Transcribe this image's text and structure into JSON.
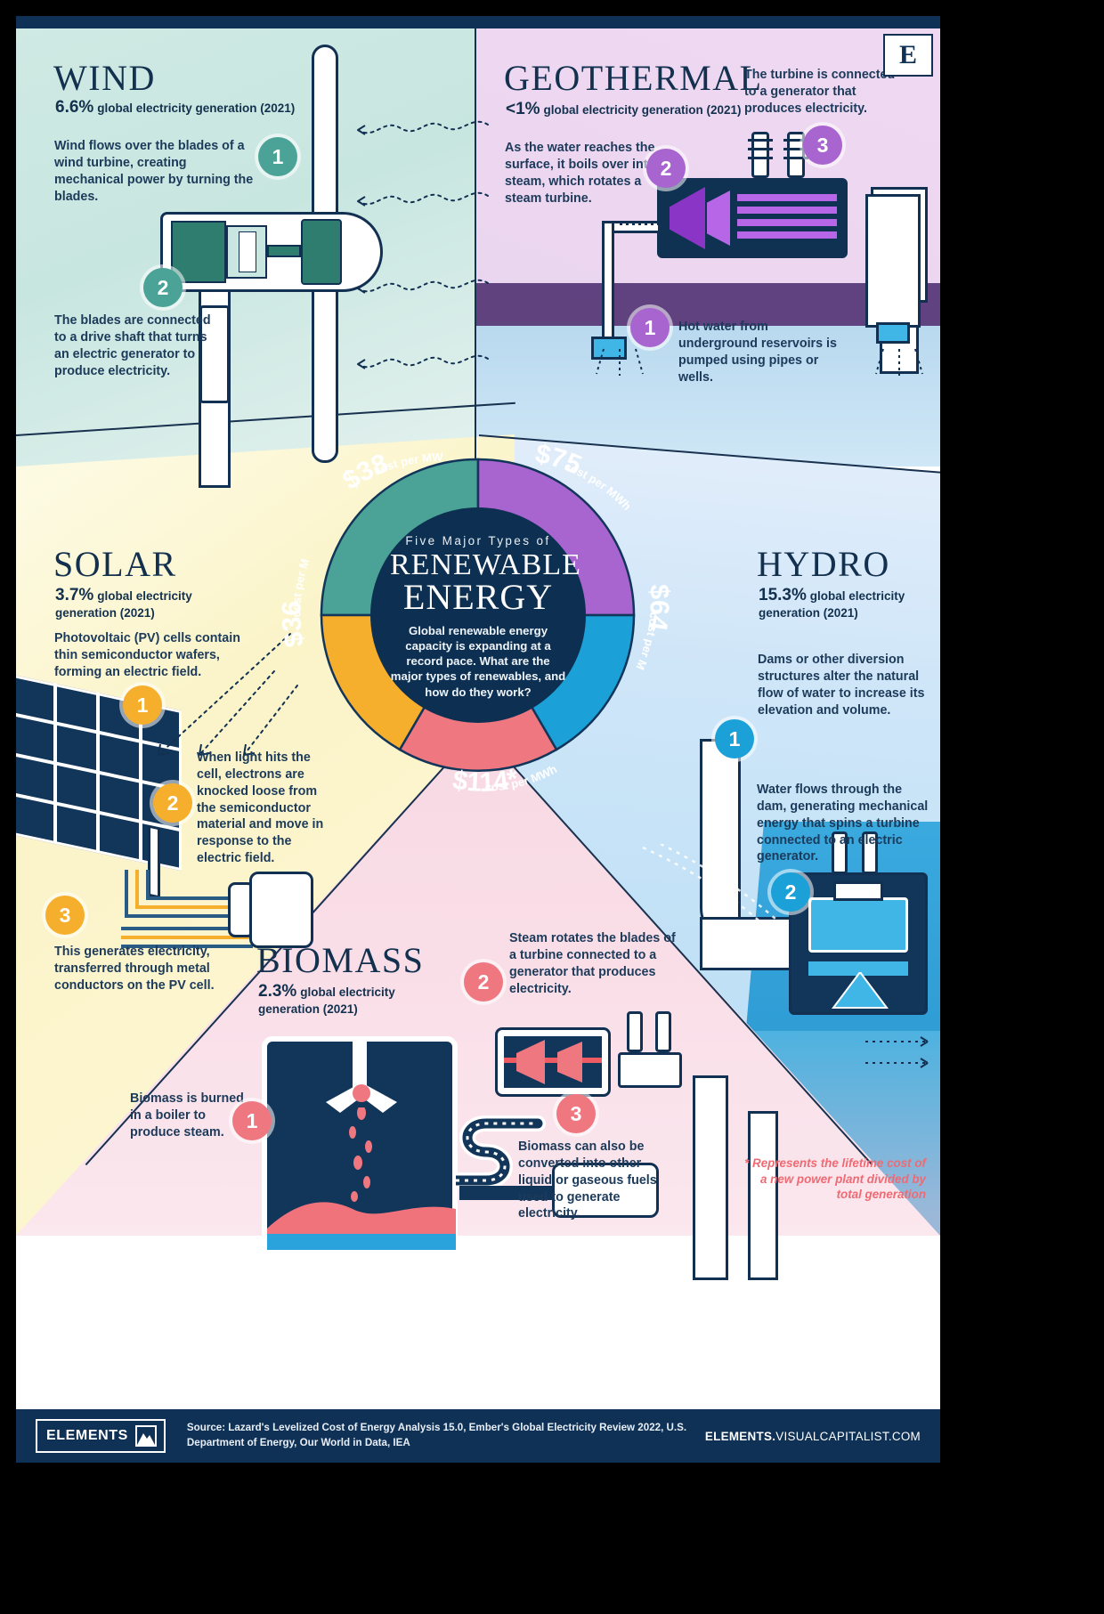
{
  "center": {
    "eyebrow": "Five Major Types of",
    "title_line1": "RENEWABLE",
    "title_line2": "ENERGY",
    "blurb": "Global renewable energy capacity is expanding at a record pace. What are the major types of renewables, and how do they work?"
  },
  "corner_badge": "E",
  "chart_data": {
    "type": "pie",
    "title": "Five Major Types of Renewable Energy",
    "value_unit": "cost per MWh (USD)",
    "categories": [
      "Wind",
      "Geothermal",
      "Hydro",
      "Biomass",
      "Solar"
    ],
    "cost_labels": [
      "$38",
      "$75",
      "$64",
      "$114*",
      "$36"
    ],
    "cost_values": [
      38,
      75,
      64,
      114,
      36
    ],
    "share_labels": [
      "6.6%",
      "<1%",
      "15.3%",
      "2.3%",
      "3.7%"
    ],
    "share_values": [
      6.6,
      0.9,
      15.3,
      2.3,
      3.7
    ],
    "share_note": "global electricity generation (2021)",
    "colors": [
      "#4aa396",
      "#a864cf",
      "#1ba0d8",
      "#ef7780",
      "#f6ae2d"
    ],
    "sublabel": "cost per MWh",
    "legend": "none",
    "grid": false
  },
  "sections": {
    "wind": {
      "title": "WIND",
      "percent": "6.6%",
      "percent_label": "global electricity generation (2021)",
      "cost": "$38",
      "cost_sub": "cost per MWh",
      "steps": [
        {
          "num": "1",
          "text": "Wind flows over the blades of a wind turbine, creating mechanical power by turning the blades."
        },
        {
          "num": "2",
          "text": "The blades are connected to a drive shaft that turns an electric generator to produce electricity."
        }
      ]
    },
    "geothermal": {
      "title": "GEOTHERMAL",
      "percent": "<1%",
      "percent_label": "global electricity generation (2021)",
      "cost": "$75",
      "cost_sub": "cost per MWh",
      "steps": [
        {
          "num": "1",
          "text": "Hot water from underground reservoirs is pumped using pipes or wells."
        },
        {
          "num": "2",
          "text": "As the water reaches the surface, it boils over into steam, which rotates a steam turbine."
        },
        {
          "num": "3",
          "text": "The turbine is connected to a generator that produces electricity."
        }
      ]
    },
    "solar": {
      "title": "SOLAR",
      "percent": "3.7%",
      "percent_label": "global electricity generation (2021)",
      "cost": "$36",
      "cost_sub": "cost per MWh",
      "steps": [
        {
          "num": "1",
          "text": "Photovoltaic (PV) cells contain thin semiconductor wafers, forming an electric field."
        },
        {
          "num": "2",
          "text": "When light hits the cell, electrons are knocked loose from the semiconductor material and move in response to the electric field."
        },
        {
          "num": "3",
          "text": "This generates electricity, transferred through metal conductors on the PV cell."
        }
      ]
    },
    "hydro": {
      "title": "HYDRO",
      "percent": "15.3%",
      "percent_label": "global electricity generation (2021)",
      "cost": "$64",
      "cost_sub": "cost per MWh",
      "steps": [
        {
          "num": "1",
          "text": "Dams or other diversion structures alter the natural flow of water to increase its elevation and volume."
        },
        {
          "num": "2",
          "text": "Water flows through the dam, generating mechanical energy that spins a turbine connected to an electric generator."
        }
      ]
    },
    "biomass": {
      "title": "BIOMASS",
      "percent": "2.3%",
      "percent_label": "global electricity generation (2021)",
      "cost": "$114*",
      "cost_sub": "cost per MWh",
      "steps": [
        {
          "num": "1",
          "text": "Biomass is burned in a boiler to produce steam."
        },
        {
          "num": "2",
          "text": "Steam rotates the blades of a turbine connected to a generator that produces electricity."
        },
        {
          "num": "3",
          "text": "Biomass can also be converted into other liquid or gaseous fuels used to generate electricity."
        }
      ]
    }
  },
  "footnote": "* Represents the lifetime cost of a new power plant divided by total generation",
  "footer": {
    "brand": "ELEMENTS",
    "source": "Source: Lazard's Levelized Cost of Energy Analysis 15.0, Ember's Global Electricity Review 2022, U.S. Department of Energy, Our World in Data, IEA",
    "site_bold": "ELEMENTS.",
    "site_rest": "VISUALCAPITALIST.COM"
  }
}
